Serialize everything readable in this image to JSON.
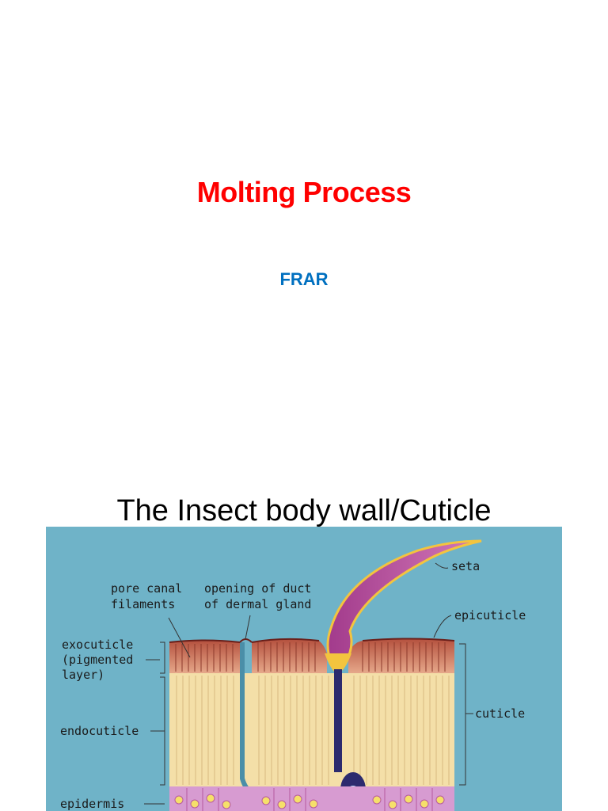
{
  "slide": {
    "title": "Molting Process",
    "subtitle": "FRAR",
    "heading": "The Insect body wall/Cuticle"
  },
  "colors": {
    "title": "#ff0000",
    "subtitle": "#0070c0",
    "diagram_bg": "#6fb3c8"
  },
  "diagram": {
    "labels": {
      "pore_canal_1": "pore canal",
      "pore_canal_2": "filaments",
      "opening_1": "opening of duct",
      "opening_2": "of dermal gland",
      "seta": "seta",
      "epicuticle": "epicuticle",
      "exocuticle_1": "exocuticle",
      "exocuticle_2": "(pigmented",
      "exocuticle_3": "layer)",
      "endocuticle": "endocuticle",
      "cuticle": "cuticle",
      "epidermis": "epidermis"
    }
  }
}
